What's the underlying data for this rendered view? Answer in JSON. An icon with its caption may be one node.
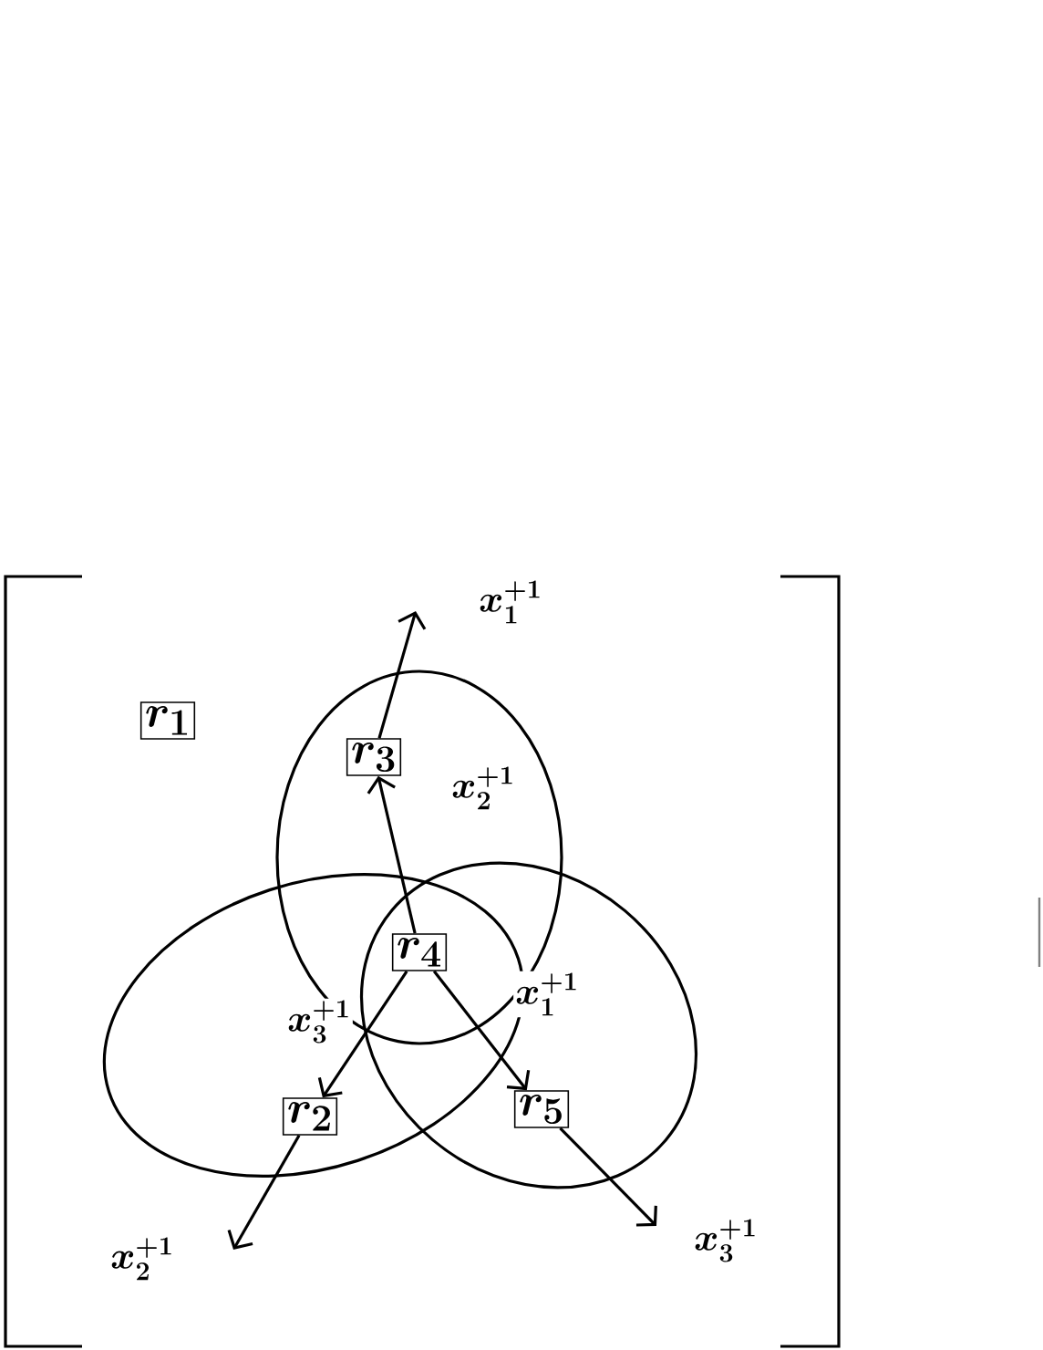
{
  "diagram": {
    "nodes": [
      {
        "text": [
          "r_1"
        ]
      },
      {
        "text": [
          "r_3"
        ]
      },
      {
        "text": [
          "r_4"
        ]
      },
      {
        "text": [
          "r_2"
        ]
      },
      {
        "text": [
          "r_5"
        ]
      }
    ],
    "edges": [
      {
        "from": 1,
        "to": null,
        "arrow": "to",
        "label": "x_1^{+1}"
      },
      {
        "from": 2,
        "to": 1,
        "arrow": "to",
        "label": "x_2^{+1}"
      },
      {
        "from": 2,
        "to": 3,
        "arrow": "to",
        "label": "x_3^{+1}"
      },
      {
        "from": 2,
        "to": 4,
        "arrow": "to",
        "label": "x_1^{+1}"
      },
      {
        "from": 3,
        "to": null,
        "arrow": "to",
        "label": "x_2^{+1}"
      },
      {
        "from": 4,
        "to": null,
        "arrow": "to",
        "label": "x_3^{+1}"
      }
    ]
  }
}
